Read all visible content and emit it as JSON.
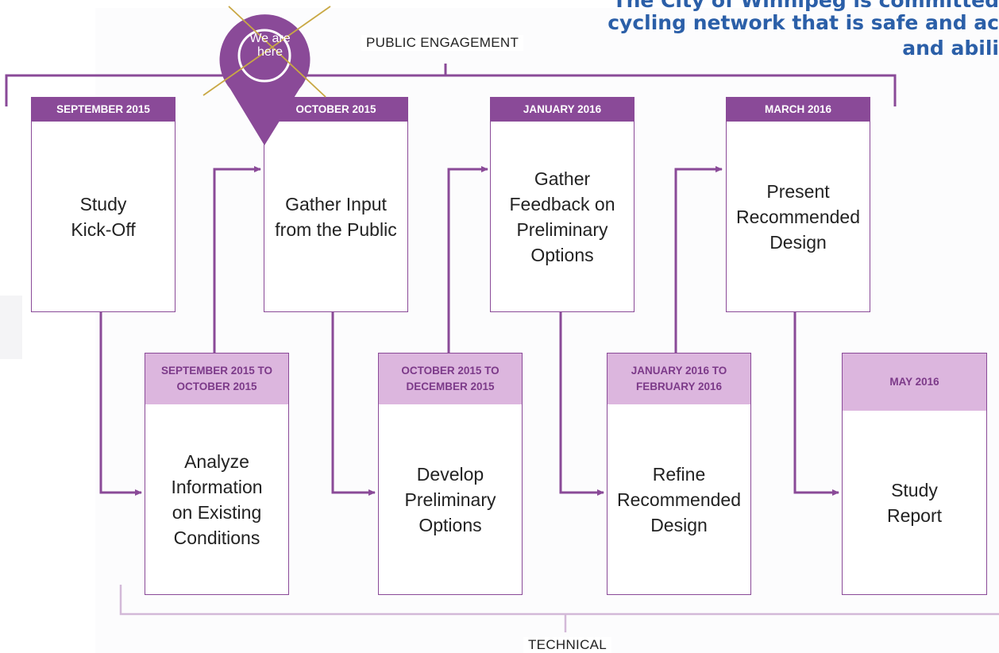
{
  "headline": {
    "line1": "The City of Winnipeg is committed",
    "line2": "cycling network that is safe and ac",
    "line3": "and abili"
  },
  "tracks": {
    "public_label": "PUBLIC ENGAGEMENT",
    "technical_label": "TECHNICAL"
  },
  "marker": {
    "line1": "We are",
    "line2": "here"
  },
  "public_steps": [
    {
      "date": "SEPTEMBER 2015",
      "lines": [
        "Study",
        "Kick-Off"
      ]
    },
    {
      "date": "OCTOBER 2015",
      "lines": [
        "Gather Input",
        "from the Public"
      ]
    },
    {
      "date": "JANUARY 2016",
      "lines": [
        "Gather",
        "Feedback on",
        "Preliminary",
        "Options"
      ]
    },
    {
      "date": "MARCH 2016",
      "lines": [
        "Present",
        "Recommended",
        "Design"
      ]
    }
  ],
  "technical_steps": [
    {
      "date_lines": [
        "SEPTEMBER 2015 TO",
        "OCTOBER 2015"
      ],
      "lines": [
        "Analyze",
        "Information",
        "on Existing",
        "Conditions"
      ]
    },
    {
      "date_lines": [
        "OCTOBER 2015 TO",
        "DECEMBER 2015"
      ],
      "lines": [
        "Develop",
        "Preliminary",
        "Options"
      ]
    },
    {
      "date_lines": [
        "JANUARY 2016 TO",
        "FEBRUARY 2016"
      ],
      "lines": [
        "Refine",
        "Recommended",
        "Design"
      ]
    },
    {
      "date_lines": [
        "MAY 2016"
      ],
      "lines": [
        "Study",
        "Report"
      ]
    }
  ],
  "colors": {
    "accent": "#8a4a98",
    "accent_light": "#dcb6de",
    "headline": "#2b5fa8",
    "cross": "#c9a844"
  }
}
